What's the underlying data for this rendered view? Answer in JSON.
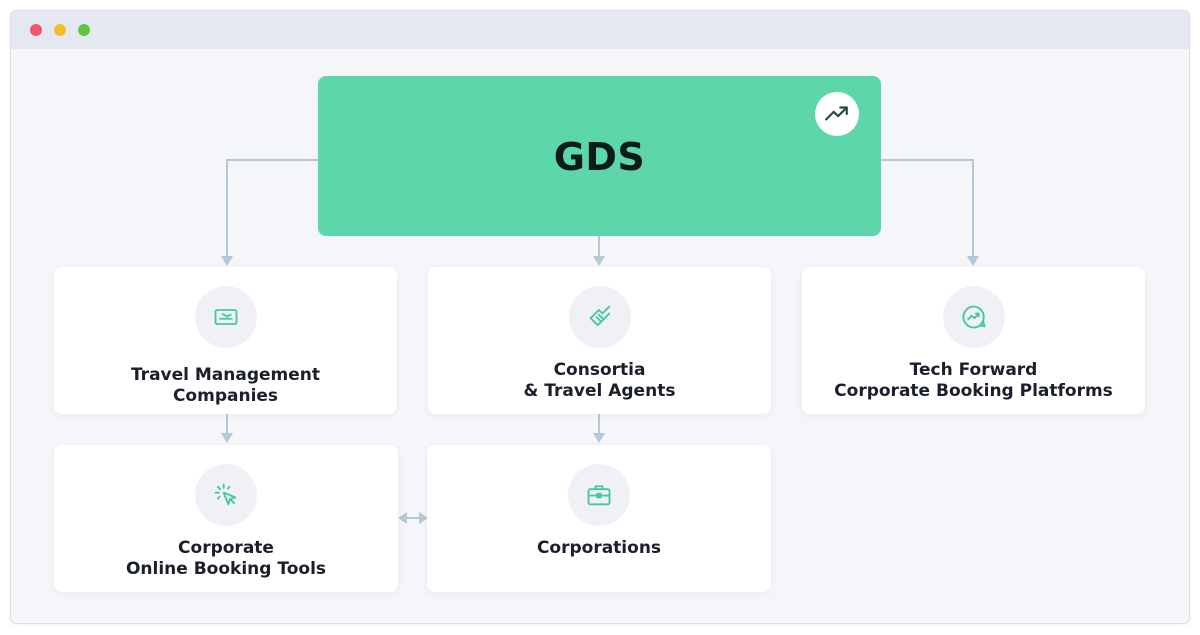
{
  "window": {
    "controls": [
      "close",
      "minimize",
      "maximize"
    ]
  },
  "root": {
    "title": "GDS",
    "badge_icon": "trending-up-icon"
  },
  "nodes": {
    "tmc": {
      "icon": "flight-ticket-icon",
      "line1": "Travel Management",
      "line2": "Companies"
    },
    "consortia": {
      "icon": "handshake-icon",
      "line1": "Consortia",
      "line2": "& Travel Agents"
    },
    "tech": {
      "icon": "chart-chat-icon",
      "line1": "Tech Forward",
      "line2": "Corporate Booking Platforms"
    },
    "obt": {
      "icon": "cursor-click-icon",
      "line1": "Corporate",
      "line2": "Online Booking Tools"
    },
    "corporations": {
      "icon": "briefcase-icon",
      "line1": "Corporations"
    }
  },
  "edges": [
    {
      "from": "GDS",
      "to": "Travel Management Companies"
    },
    {
      "from": "GDS",
      "to": "Consortia & Travel Agents"
    },
    {
      "from": "GDS",
      "to": "Tech Forward Corporate Booking Platforms"
    },
    {
      "from": "Travel Management Companies",
      "to": "Corporate Online Booking Tools"
    },
    {
      "from": "Consortia & Travel Agents",
      "to": "Corporations"
    },
    {
      "from": "Corporate Online Booking Tools",
      "to": "Corporations",
      "bidirectional": true
    }
  ],
  "colors": {
    "accent": "#5dd6aa",
    "icon_stroke": "#45c99a",
    "connector": "#b5c8d8",
    "window_bg": "#f5f6f9",
    "titlebar": "#e3e8f1"
  }
}
